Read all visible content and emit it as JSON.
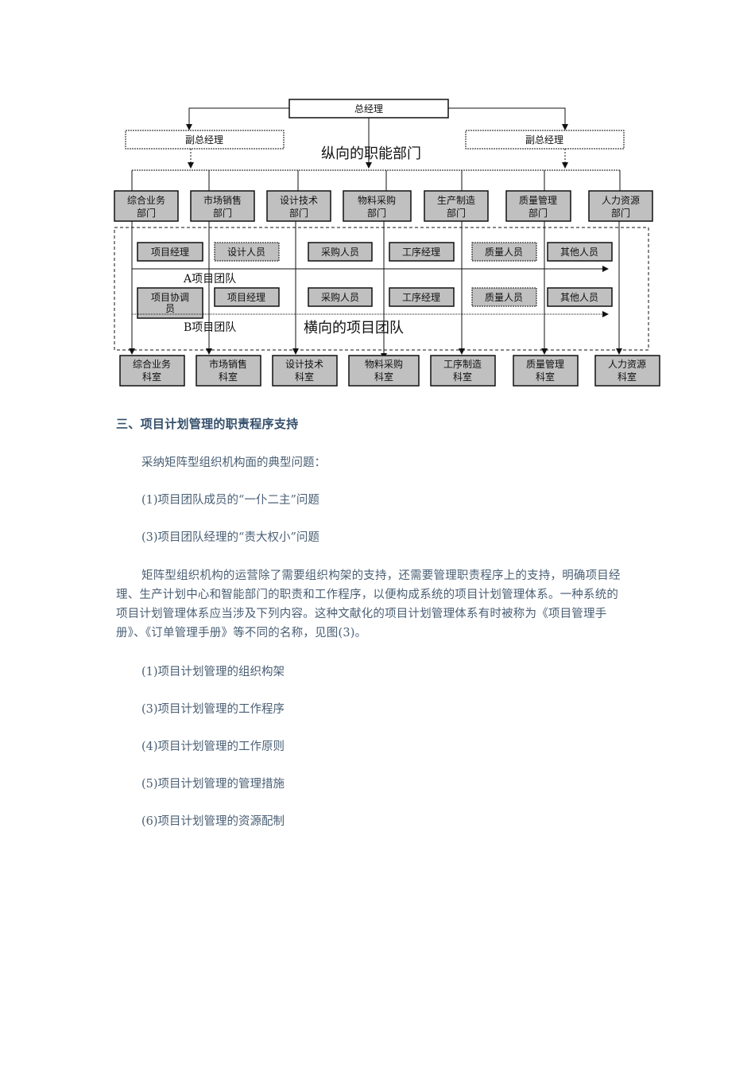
{
  "diagram": {
    "ceo": "总经理",
    "vp_left": "副总经理",
    "vp_right": "副总经理",
    "vertical_title": "纵向的职能部门",
    "horizontal_title": "横向的项目团队",
    "departments": [
      {
        "line1": "综合业务",
        "line2": "部门"
      },
      {
        "line1": "市场销售",
        "line2": "部门"
      },
      {
        "line1": "设计技术",
        "line2": "部门"
      },
      {
        "line1": "物料采购",
        "line2": "部门"
      },
      {
        "line1": "生产制造",
        "line2": "部门"
      },
      {
        "line1": "质量管理",
        "line2": "部门"
      },
      {
        "line1": "人力资源",
        "line2": "部门"
      }
    ],
    "team_a": {
      "label": "A项目团队",
      "members": [
        "项目经理",
        "设计人员",
        "采购人员",
        "工序经理",
        "质量人员",
        "其他人员"
      ]
    },
    "team_b": {
      "label": "B项目团队",
      "members": [
        "项目协调员",
        "项目经理",
        "采购人员",
        "工序经理",
        "质量人员",
        "其他人员"
      ],
      "first_line1": "项目协调",
      "first_line2": "员"
    },
    "offices": [
      {
        "line1": "综合业务",
        "line2": "科室"
      },
      {
        "line1": "市场销售",
        "line2": "科室"
      },
      {
        "line1": "设计技术",
        "line2": "科室"
      },
      {
        "line1": "物料采购",
        "line2": "科室"
      },
      {
        "line1": "工序制造",
        "line2": "科室"
      },
      {
        "line1": "质量管理",
        "line2": "科室"
      },
      {
        "line1": "人力资源",
        "line2": "科室"
      }
    ]
  },
  "section": {
    "heading": "三、项目计划管理的职责程序支持",
    "intro": "采纳矩阵型组织机构面的典型问题：",
    "problems": [
      "(1)项目团队成员的“一仆二主”问题",
      "(3)项目团队经理的“责大权小”问题"
    ],
    "paragraph": "矩阵型组织机构的运营除了需要组织构架的支持，还需要管理职责程序上的支持，明确项目经理、生产计划中心和智能部门的职责和工作程序，以便构成系统的项目计划管理体系。一种系统的项目计划管理体系应当涉及下列内容。这种文献化的项目计划管理体系有时被称为《项目管理手册》、《订单管理手册》等不同的名称，见图(3)。",
    "contents": [
      "(1)项目计划管理的组织构架",
      "(3)项目计划管理的工作程序",
      "(4)项目计划管理的工作原则",
      "(5)项目计划管理的管理措施",
      "(6)项目计划管理的资源配制"
    ]
  },
  "colors": {
    "box_fill": "#c0c0c0",
    "heading": "#34506c",
    "body_text": "#4a5f74"
  }
}
